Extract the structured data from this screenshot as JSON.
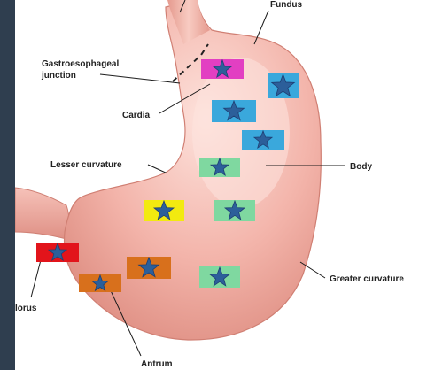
{
  "labels": {
    "fundus": "Fundus",
    "gastroesophageal_1": "Gastroesophageal",
    "gastroesophageal_2": "junction",
    "cardia": "Cardia",
    "lesser_curvature": "Lesser curvature",
    "body": "Body",
    "greater_curvature": "Greater curvature",
    "pylorus": "lorus",
    "antrum": "Antrum"
  },
  "markers": [
    {
      "id": "magenta-fundus",
      "fill": "#e23fc2"
    },
    {
      "id": "blue-fundus-right",
      "fill": "#3aa8dc"
    },
    {
      "id": "blue-cardia",
      "fill": "#3aa8dc"
    },
    {
      "id": "blue-upper-body",
      "fill": "#3aa8dc"
    },
    {
      "id": "green-upper-body",
      "fill": "#7fd8a0"
    },
    {
      "id": "yellow-lesser-curvature",
      "fill": "#f2ea10"
    },
    {
      "id": "green-mid-body",
      "fill": "#7fd8a0"
    },
    {
      "id": "red-pylorus",
      "fill": "#e2141b"
    },
    {
      "id": "orange-antrum-upper",
      "fill": "#d8701c"
    },
    {
      "id": "orange-antrum-lower",
      "fill": "#d8701c"
    },
    {
      "id": "green-greater-curvature",
      "fill": "#7fd8a0"
    }
  ],
  "colors": {
    "tissue": "#f2b1a7",
    "tissue_highlight": "#fbd6cf",
    "tissue_shadow": "#d98478",
    "star": "#2c5f9a",
    "star_outline": "#1e3f73"
  }
}
